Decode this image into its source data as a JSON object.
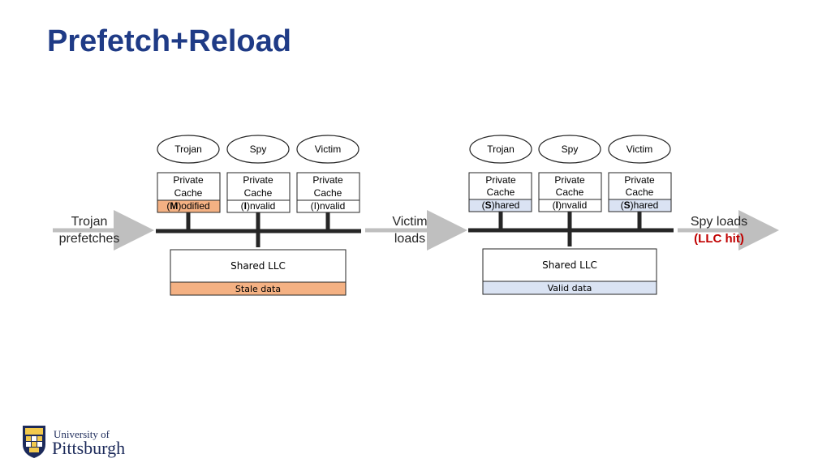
{
  "title": "Prefetch+Reload",
  "left": {
    "processes": [
      "Trojan",
      "Spy",
      "Victim"
    ],
    "caches": [
      {
        "line1": "Private",
        "line2": "Cache",
        "state_prefix": "(",
        "state_letter": "M",
        "state_rest": ")odified",
        "state_color": "#f4b183"
      },
      {
        "line1": "Private",
        "line2": "Cache",
        "state_prefix": "(",
        "state_letter": "I",
        "state_rest": ")nvalid",
        "state_color": "#ffffff"
      },
      {
        "line1": "Private",
        "line2": "Cache",
        "state_prefix": "(I)nvalid",
        "state_letter": "",
        "state_rest": "",
        "state_color": "#ffffff"
      }
    ],
    "llc_label": "Shared LLC",
    "llc_data": "Stale data",
    "llc_data_color": "#f4b183"
  },
  "right": {
    "processes": [
      "Trojan",
      "Spy",
      "Victim"
    ],
    "caches": [
      {
        "line1": "Private",
        "line2": "Cache",
        "state_prefix": "(",
        "state_letter": "S",
        "state_rest": ")hared",
        "state_color": "#dae3f3"
      },
      {
        "line1": "Private",
        "line2": "Cache",
        "state_prefix": "(",
        "state_letter": "I",
        "state_rest": ")nvalid",
        "state_color": "#ffffff"
      },
      {
        "line1": "Private",
        "line2": "Cache",
        "state_prefix": "(",
        "state_letter": "S",
        "state_rest": ")hared",
        "state_color": "#dae3f3"
      }
    ],
    "llc_label": "Shared LLC",
    "llc_data": "Valid data",
    "llc_data_color": "#dae3f3"
  },
  "steps": {
    "trojan_line1": "Trojan",
    "trojan_line2": "prefetches",
    "victim_line1": "Victim",
    "victim_line2": "loads",
    "spy_line1": "Spy loads",
    "spy_line2": "(LLC hit)"
  },
  "colors": {
    "title": "#1f3b86",
    "arrow": "#bfbfbf",
    "bus": "#262626",
    "llc_hit": "#c00000"
  },
  "logo": {
    "line1": "University of",
    "line2": "Pittsburgh"
  }
}
